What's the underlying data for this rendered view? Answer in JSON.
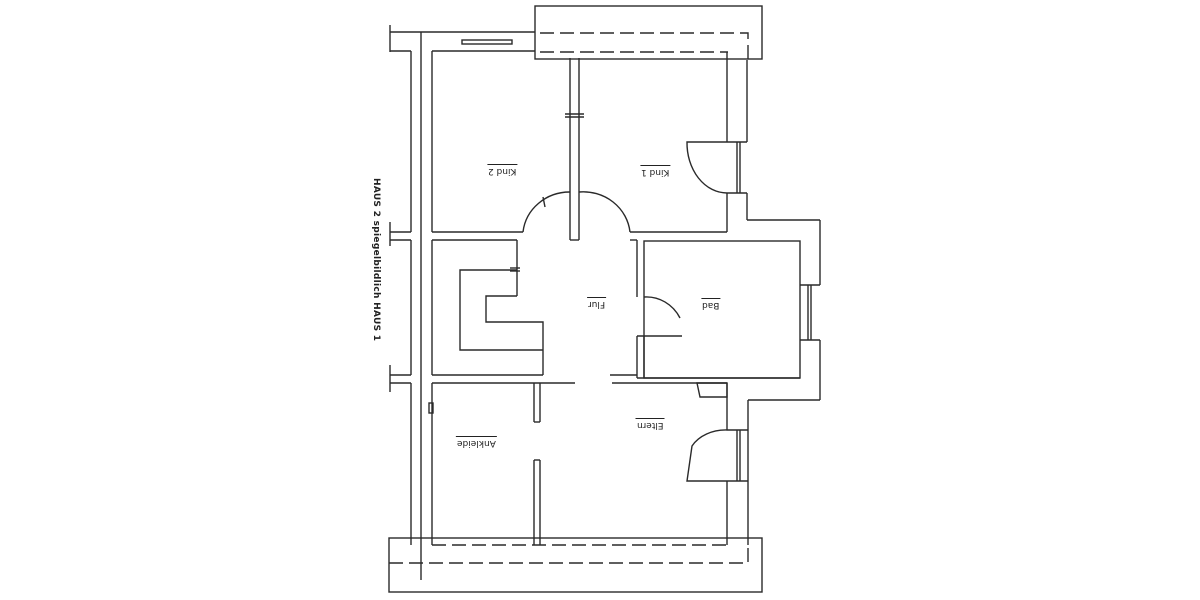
{
  "diagram": {
    "type": "floor-plan",
    "side_note": "HAUS 2 spiegelbildlich HAUS 1",
    "rooms": [
      {
        "id": "kind2",
        "label": "Kind 2"
      },
      {
        "id": "kind1",
        "label": "Kind 1"
      },
      {
        "id": "flur",
        "label": "Flur"
      },
      {
        "id": "bad",
        "label": "Bad"
      },
      {
        "id": "eltern",
        "label": "Eltern"
      },
      {
        "id": "ankleide",
        "label": "Ankleide"
      }
    ],
    "colors": {
      "line": "#2a2a2a",
      "background": "#ffffff"
    }
  }
}
